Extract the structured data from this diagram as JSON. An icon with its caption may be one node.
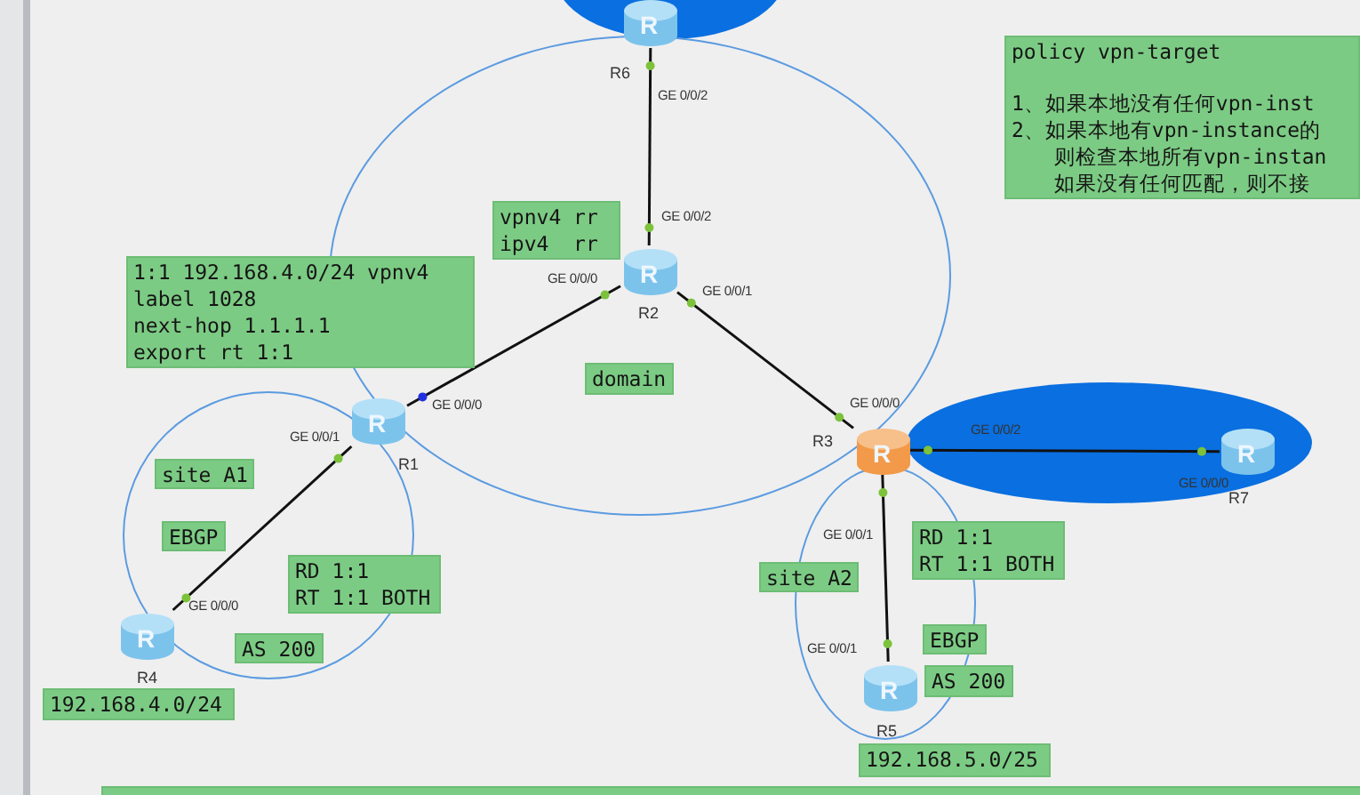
{
  "diagram": {
    "nodes": [
      {
        "text": [],
        "shape": "ellipse"
      },
      {
        "text": [
          "R",
          "R6"
        ]
      },
      {
        "text": [],
        "shape": "ellipse"
      },
      {
        "text": [
          "policy vpn-target",
          "1、如果本地没有任何vpn-inst",
          "2、如果本地有vpn-instance的",
          "则检查本地所有vpn-instan",
          "如果没有任何匹配，则不接"
        ]
      },
      {
        "text": [
          "vpnv4 rr",
          "ipv4  rr"
        ],
        "in": 2
      },
      {
        "text": [
          "R",
          "R2"
        ],
        "in": 2
      },
      {
        "text": [
          "1:1 192.168.4.0/24 vpnv4",
          "label 1028",
          "next-hop 1.1.1.1",
          "export rt 1:1"
        ]
      },
      {
        "text": [
          "domain"
        ],
        "in": 2
      },
      {
        "text": [],
        "shape": "circle"
      },
      {
        "text": [
          "R",
          "R1"
        ]
      },
      {
        "text": [
          "site A1"
        ],
        "in": 8
      },
      {
        "text": [],
        "shape": "ellipse"
      },
      {
        "text": [
          "R",
          "R3"
        ],
        "in": 2
      },
      {
        "text": [
          "R",
          "R7"
        ],
        "in": 11
      },
      {
        "text": [
          "EBGP"
        ],
        "in": 8
      },
      {
        "text": [
          "RD 1:1",
          "RT 1:1 BOTH"
        ]
      },
      {
        "text": [],
        "shape": "ellipse"
      },
      {
        "text": [
          "site A2"
        ]
      },
      {
        "text": [
          "RD 1:1",
          "RT 1:1 BOTH"
        ]
      },
      {
        "text": [
          "R",
          "R4"
        ],
        "in": 8
      },
      {
        "text": [
          "AS 200"
        ],
        "in": 8
      },
      {
        "text": [
          "EBGP"
        ]
      },
      {
        "text": [
          "AS 200"
        ]
      },
      {
        "text": [
          "R",
          "R5"
        ],
        "in": 16
      },
      {
        "text": [
          "192.168.4.0/24"
        ]
      },
      {
        "text": [
          "192.168.5.0/25"
        ]
      },
      {
        "text": [],
        "shape": "box"
      }
    ],
    "edges": [
      {
        "from": 1,
        "to": 5,
        "arrow": "none"
      },
      {
        "from": 5,
        "to": 9,
        "arrow": "none"
      },
      {
        "from": 5,
        "to": 12,
        "arrow": "none"
      },
      {
        "from": 9,
        "to": 19,
        "arrow": "none"
      },
      {
        "from": 12,
        "to": 23,
        "arrow": "none"
      },
      {
        "from": 12,
        "to": 13,
        "arrow": "none"
      }
    ],
    "labels": [
      "GE 0/0/2",
      "GE 0/0/2",
      "GE 0/0/0",
      "GE 0/0/1",
      "GE 0/0/0",
      "GE 0/0/0",
      "GE 0/0/2",
      "GE 0/0/1",
      "GE 0/0/0",
      "GE 0/0/1",
      "GE 0/0/0",
      "GE 0/0/1"
    ]
  }
}
